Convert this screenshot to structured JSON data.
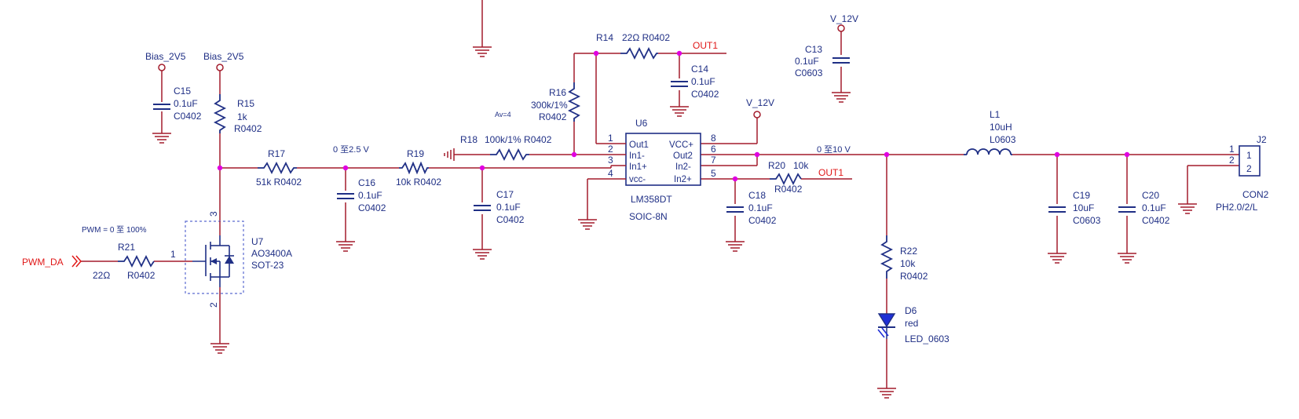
{
  "colors": {
    "wire": "#a31c2c",
    "label": "#1f2f85",
    "net": "#e01818",
    "junction": "#e000e0",
    "component": "#1f2f85",
    "led_fill": "#1f2fd6",
    "dashed_box": "#5a6ad0"
  },
  "nets": {
    "bias1": "Bias_2V5",
    "bias2": "Bias_2V5",
    "v12_top": "V_12V",
    "v12_u6": "V_12V",
    "out1_top": "OUT1",
    "out1_right": "OUT1",
    "pwm_input": "PWM_DA"
  },
  "annotations": {
    "pwm_range": "PWM = 0 至 100%",
    "v_range_1": "0 至2.5 V",
    "v_range_2": "0 至10 V",
    "gain": "Av=4"
  },
  "components": {
    "r21": {
      "ref": "R21",
      "value": "22Ω",
      "pkg": "R0402",
      "pin": "1"
    },
    "u7": {
      "ref": "U7",
      "value": "AO3400A",
      "pkg": "SOT-23",
      "pin2": "2",
      "pin3": "3"
    },
    "c15": {
      "ref": "C15",
      "value": "0.1uF",
      "pkg": "C0402"
    },
    "r15": {
      "ref": "R15",
      "value": "1k",
      "pkg": "R0402"
    },
    "r17": {
      "ref": "R17",
      "value": "51k R0402"
    },
    "c16": {
      "ref": "C16",
      "value": "0.1uF",
      "pkg": "C0402"
    },
    "r19": {
      "ref": "R19",
      "value": "10k R0402"
    },
    "r18": {
      "ref": "R18",
      "value": "100k/1% R0402"
    },
    "c17": {
      "ref": "C17",
      "value": "0.1uF",
      "pkg": "C0402"
    },
    "r16": {
      "ref": "R16",
      "value": "300k/1%",
      "pkg": "R0402"
    },
    "r14": {
      "ref": "R14",
      "value": "22Ω R0402"
    },
    "c14": {
      "ref": "C14",
      "value": "0.1uF",
      "pkg": "C0402"
    },
    "c13": {
      "ref": "C13",
      "value": "0.1uF",
      "pkg": "C0603"
    },
    "u6": {
      "ref": "U6",
      "value": "LM358DT",
      "pkg": "SOIC-8N",
      "pins_left": [
        {
          "num": "1",
          "name": "Out1"
        },
        {
          "num": "2",
          "name": "In1-"
        },
        {
          "num": "3",
          "name": "In1+"
        },
        {
          "num": "4",
          "name": "vcc-"
        }
      ],
      "pins_right": [
        {
          "num": "8",
          "name": "VCC+"
        },
        {
          "num": "6",
          "name": "Out2"
        },
        {
          "num": "7",
          "name": "In2-"
        },
        {
          "num": "5",
          "name": "In2+"
        }
      ]
    },
    "c18": {
      "ref": "C18",
      "value": "0.1uF",
      "pkg": "C0402"
    },
    "r20": {
      "ref": "R20",
      "value": "10k",
      "pkg": "R0402"
    },
    "l1": {
      "ref": "L1",
      "value": "10uH",
      "pkg": "L0603"
    },
    "r22": {
      "ref": "R22",
      "value": "10k",
      "pkg": "R0402"
    },
    "d6": {
      "ref": "D6",
      "value": "red",
      "pkg": "LED_0603"
    },
    "c19": {
      "ref": "C19",
      "value": "10uF",
      "pkg": "C0603"
    },
    "c20": {
      "ref": "C20",
      "value": "0.1uF",
      "pkg": "C0402"
    },
    "j2": {
      "ref": "J2",
      "value": "CON2",
      "pkg": "PH2.0/2/L",
      "pin1": "1",
      "pin2": "2"
    }
  }
}
